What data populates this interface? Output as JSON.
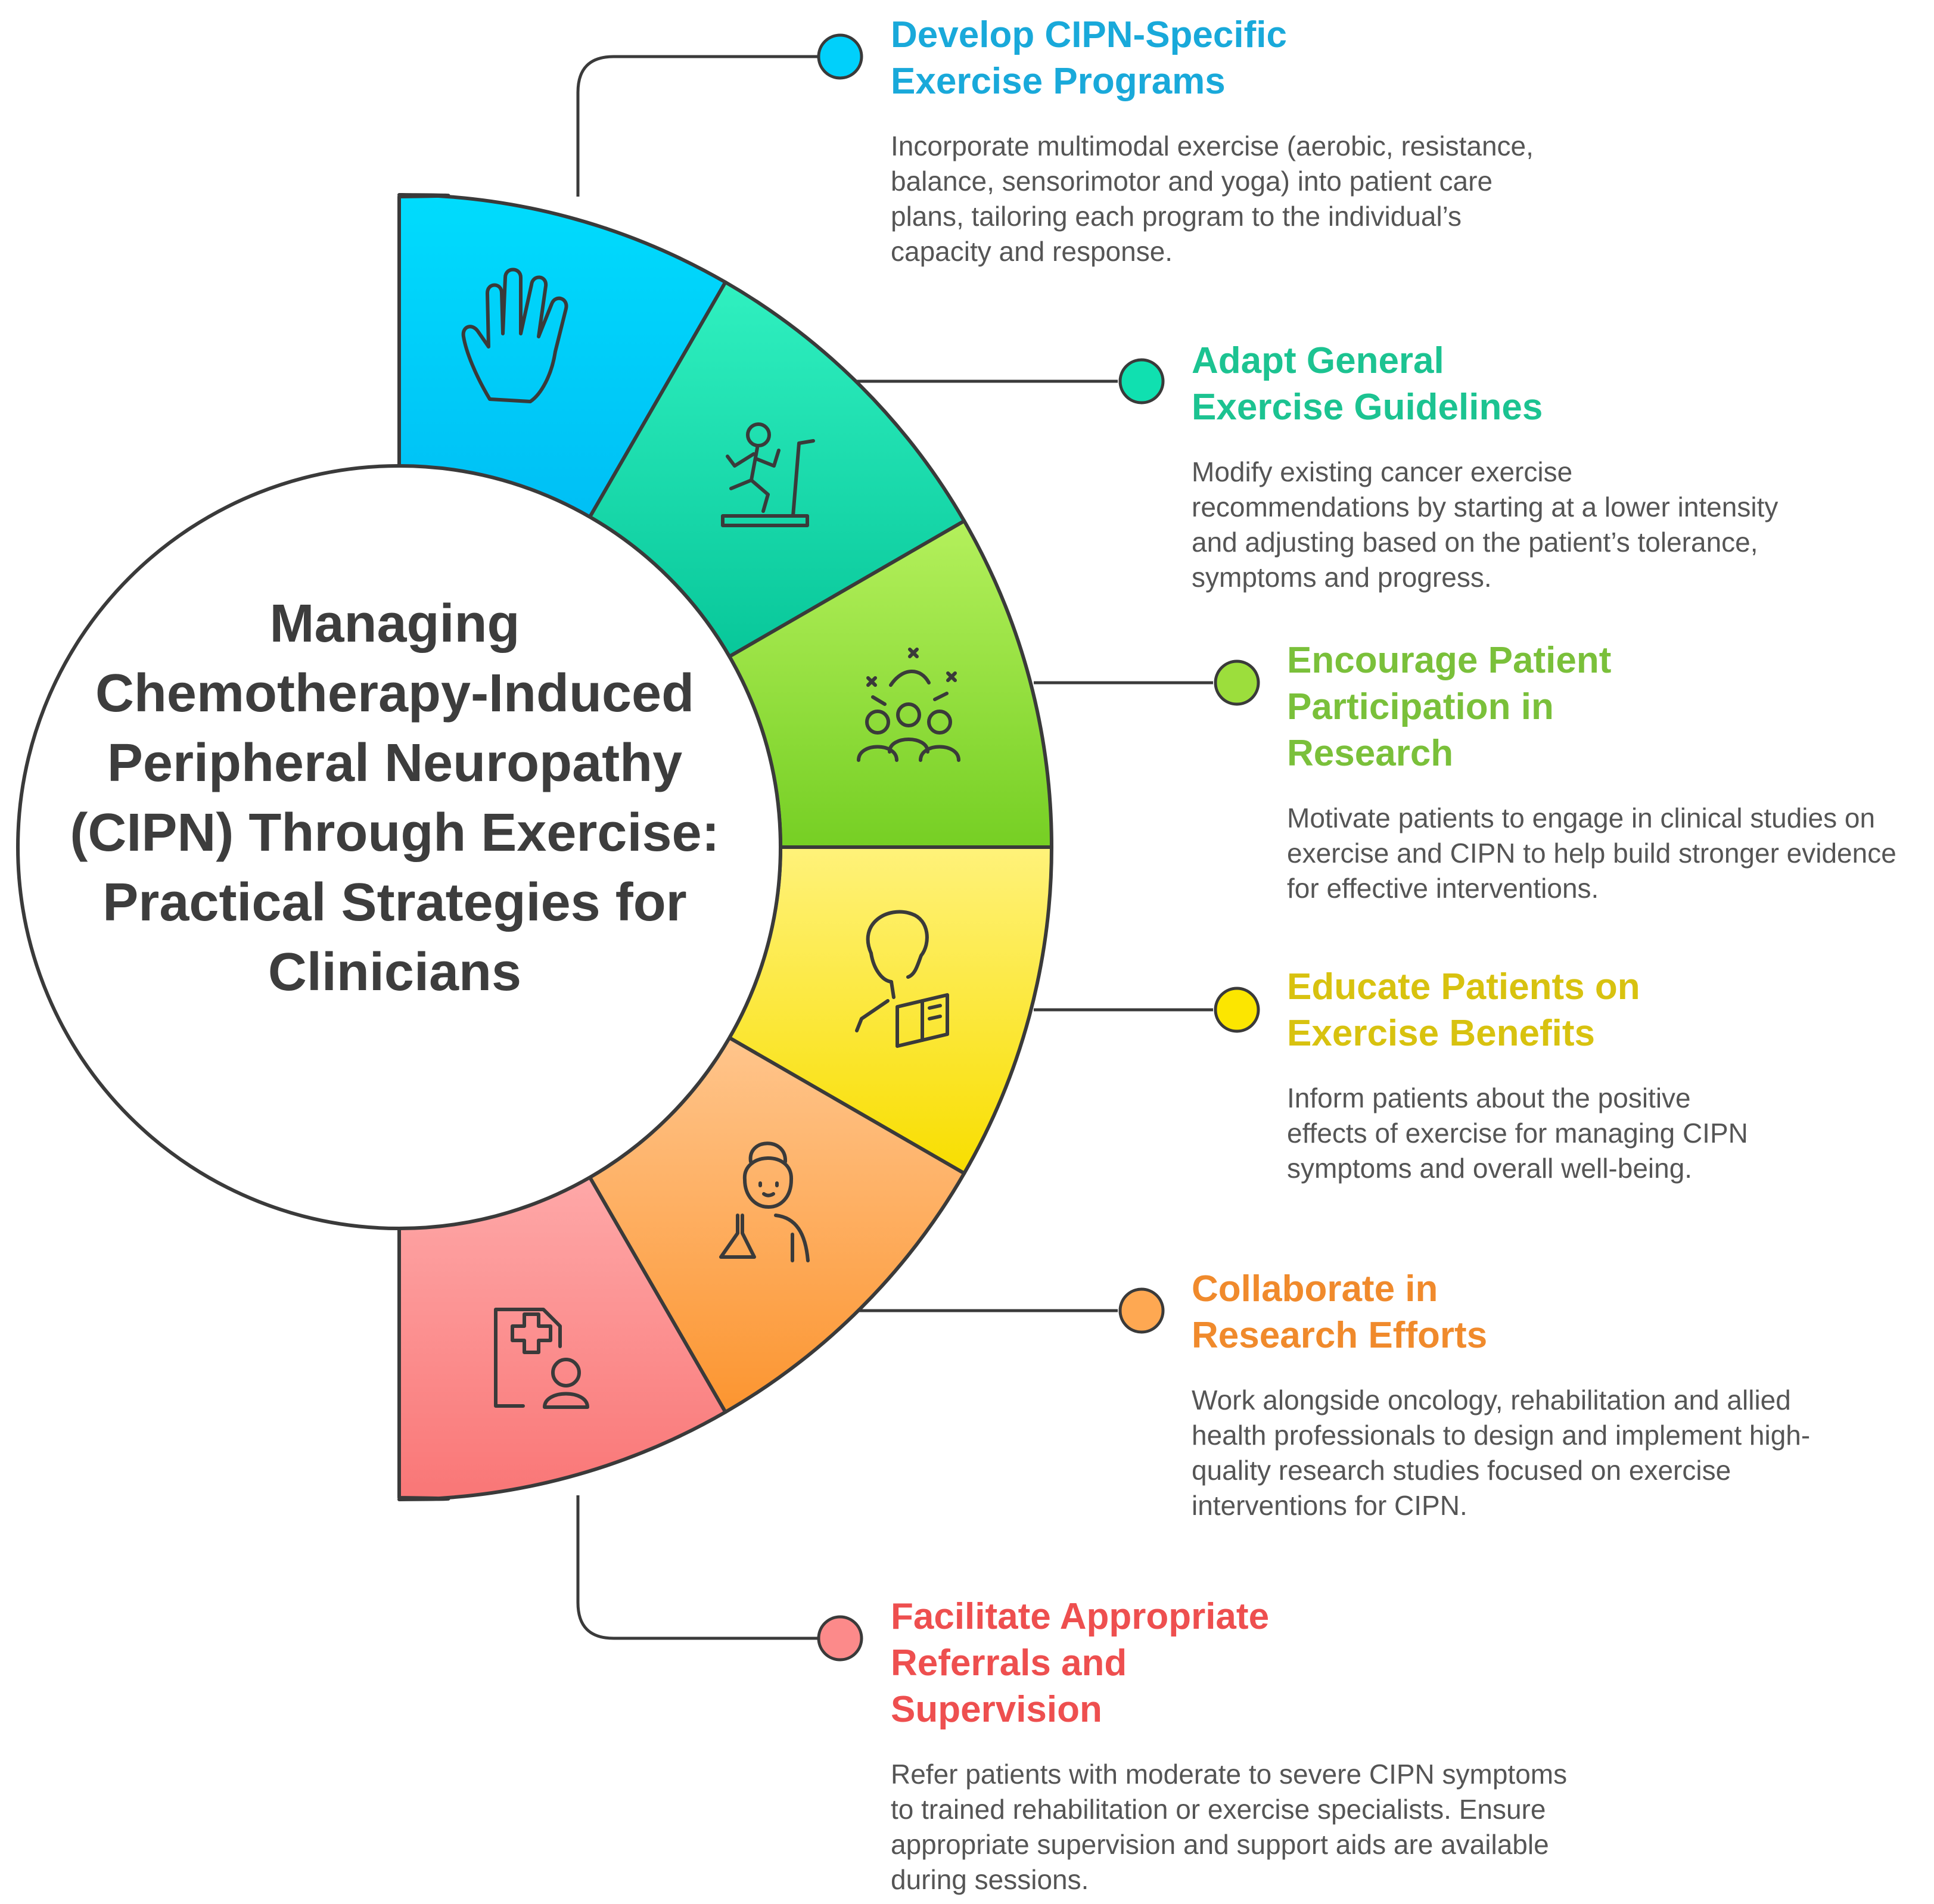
{
  "title": "Managing\nChemotherapy-Induced\nPeripheral Neuropathy\n(CIPN) Through Exercise:\nPractical Strategies for\nClinicians",
  "colors": {
    "text": "#3d3d3d",
    "description": "#555555",
    "outline": "#3a3a3a"
  },
  "steps": [
    {
      "title": "Develop CIPN-Specific\nExercise Programs",
      "description": "Incorporate multimodal exercise (aerobic, resistance,\nbalance, sensorimotor and yoga) into patient care\nplans, tailoring each program to the individual’s\ncapacity and response.",
      "icon": "hand-icon",
      "color": "#00d0fb",
      "title_color": "#19a9da"
    },
    {
      "title": "Adapt General\nExercise Guidelines",
      "description": "Modify existing cancer exercise\nrecommendations by starting at a lower intensity\nand adjusting based on the patient’s tolerance,\nsymptoms and progress.",
      "icon": "treadmill-runner-icon",
      "color": "#10e0b0",
      "title_color": "#1cc391"
    },
    {
      "title": "Encourage Patient\nParticipation in\nResearch",
      "description": "Motivate patients to engage in clinical studies on\nexercise and CIPN to help build stronger evidence\nfor effective interventions.",
      "icon": "celebrating-group-icon",
      "color": "#9cde3c",
      "title_color": "#7ac03a"
    },
    {
      "title": "Educate Patients on\nExercise Benefits",
      "description": "Inform patients about the positive\neffects of exercise for managing CIPN\nsymptoms and overall well-being.",
      "icon": "person-reading-book-icon",
      "color": "#fce600",
      "title_color": "#d8c20f"
    },
    {
      "title": "Collaborate in\nResearch Efforts",
      "description": "Work alongside oncology, rehabilitation and allied\nhealth professionals to design and implement high-\nquality research studies focused on exercise\ninterventions for CIPN.",
      "icon": "scientist-flask-icon",
      "color": "#fea852",
      "title_color": "#f08a2c"
    },
    {
      "title": "Facilitate Appropriate\nReferrals and\nSupervision",
      "description": "Refer patients with moderate to severe CIPN symptoms\nto trained rehabilitation or exercise specialists. Ensure\nappropriate supervision and support aids are available\nduring sessions.",
      "icon": "medical-referral-icon",
      "color": "#fc8a8a",
      "title_color": "#ee4f4f"
    }
  ]
}
